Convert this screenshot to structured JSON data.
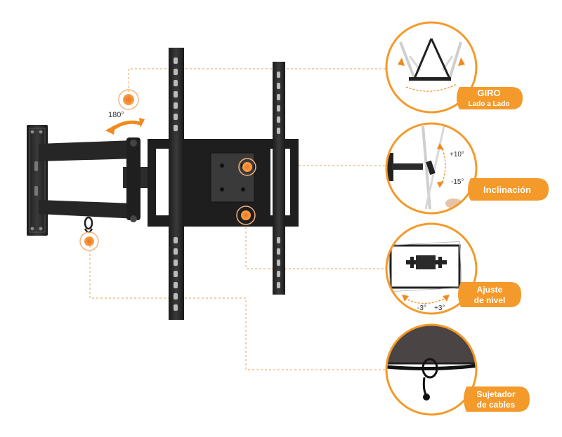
{
  "callouts": {
    "swivel": {
      "title": "GIRO",
      "subtitle": "Lado a Lado"
    },
    "tilt": {
      "title": "Inclinación",
      "up": "+10°",
      "down": "-15°"
    },
    "level": {
      "line1": "Ajuste",
      "line2": "de nivel",
      "left": "-3°",
      "right": "+3°"
    },
    "cable": {
      "line1": "Sujetador",
      "line2": "de cables"
    }
  },
  "rotation_label": "180°",
  "colors": {
    "accent": "#f39a2b",
    "accent_dark": "#e8801a",
    "metal": "#2a2a2a",
    "guide": "#f0b070"
  },
  "icons": [
    "rotate-arrow-icon",
    "hotspot-icon"
  ]
}
